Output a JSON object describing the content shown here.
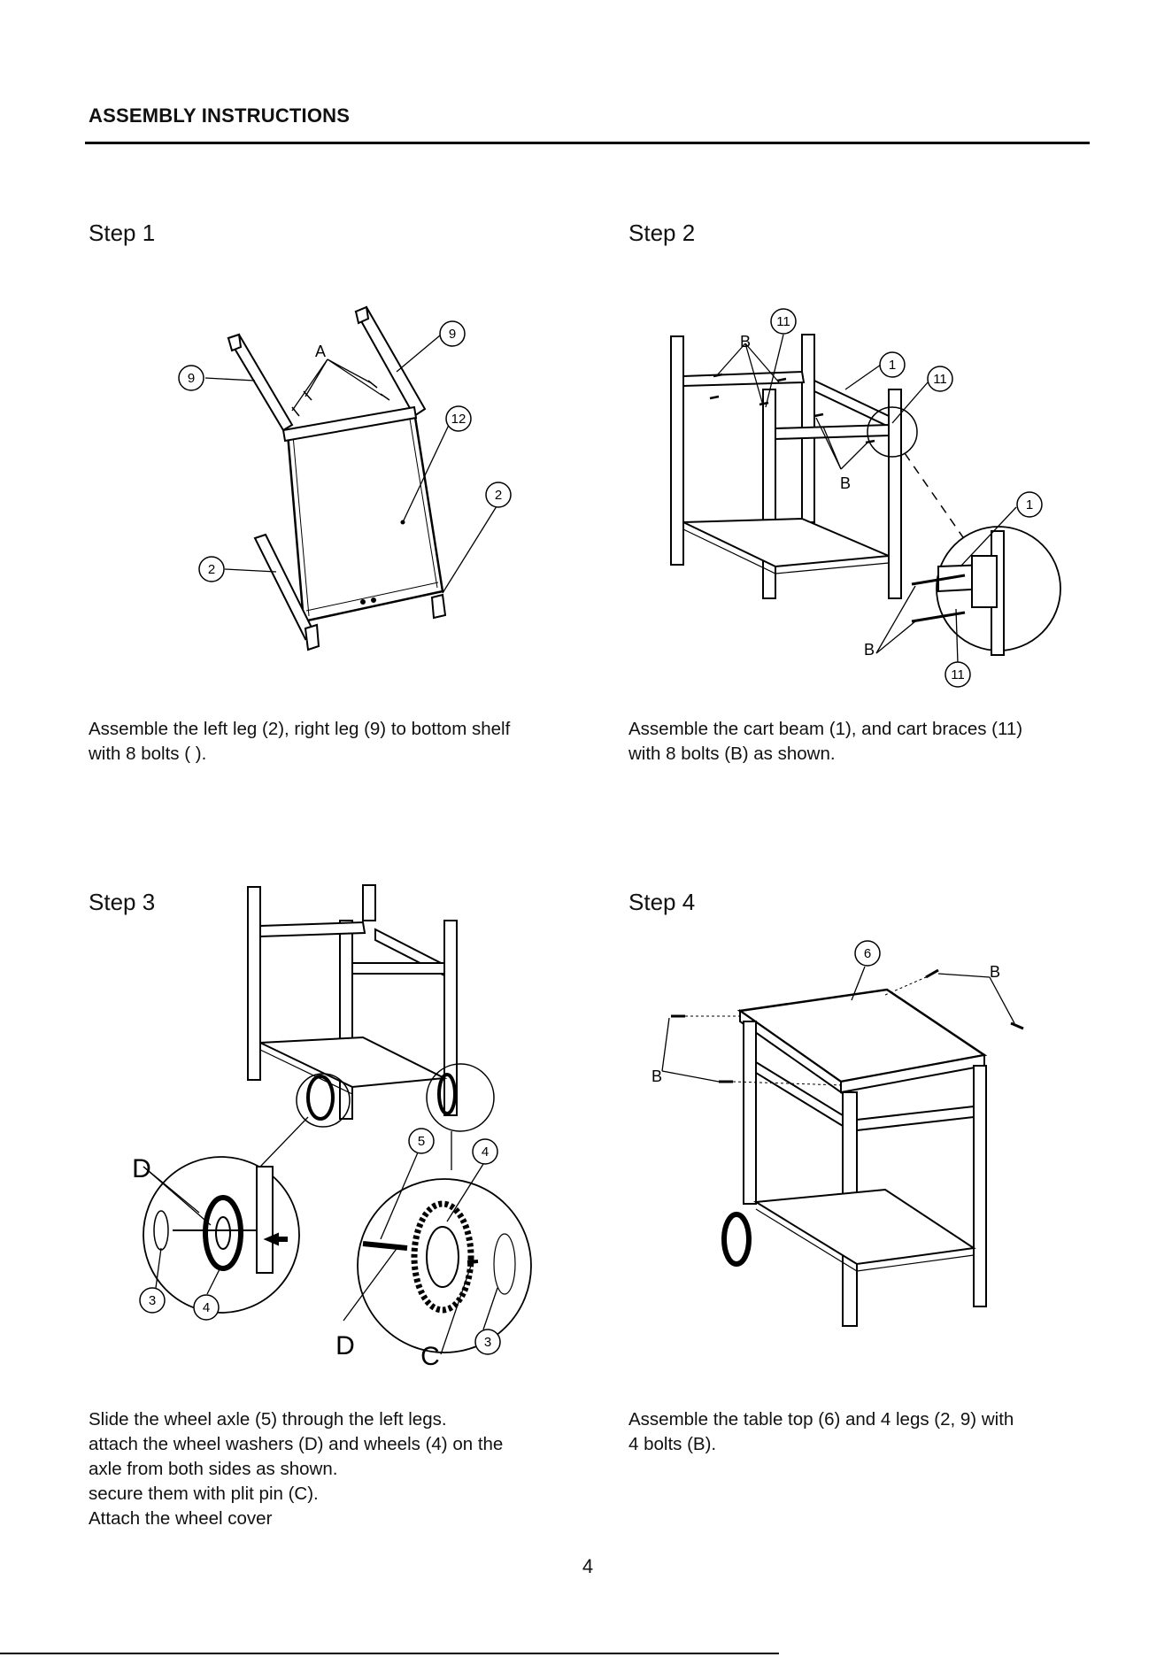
{
  "header": {
    "title": "ASSEMBLY INSTRUCTIONS"
  },
  "steps": [
    {
      "title": "Step 1",
      "description": "Assemble the left leg (2), right leg (9) to bottom shelf\nwith 8 bolts (   ).",
      "callouts": {
        "leg_right_a": "9",
        "leg_right_b": "9",
        "bolt": "A",
        "shelf": "12",
        "leg_left_a": "2",
        "leg_left_b": "2"
      }
    },
    {
      "title": "Step 2",
      "description": "Assemble the cart  beam (1), and cart braces (11)\nwith 8 bolts (B) as shown.",
      "callouts": {
        "brace_top": "11",
        "bolt_top": "B",
        "beam": "1",
        "brace_right": "11",
        "bolt_mid": "B",
        "beam_detail": "1",
        "bolt_detail": "B",
        "brace_detail": "11"
      }
    },
    {
      "title": "Step 3",
      "description": "Slide the wheel axle (5) through the left legs.\nattach the wheel washers (D) and wheels (4) on the\naxle from both sides as shown.\nsecure them with   plit pin (C).\nAttach the wheel cover",
      "callouts": {
        "washer_left": "D",
        "cover_left": "3",
        "wheel_left": "4",
        "axle": "5",
        "wheel_right": "4",
        "washer_right": "D",
        "pin": "C",
        "cover_right": "3"
      }
    },
    {
      "title": "Step 4",
      "description": "Assemble the table top (6) and 4 legs (2, 9) with\n4 bolts (B).",
      "callouts": {
        "table_top": "6",
        "bolt_right": "B",
        "bolt_left": "B"
      }
    }
  ],
  "page_number": "4"
}
